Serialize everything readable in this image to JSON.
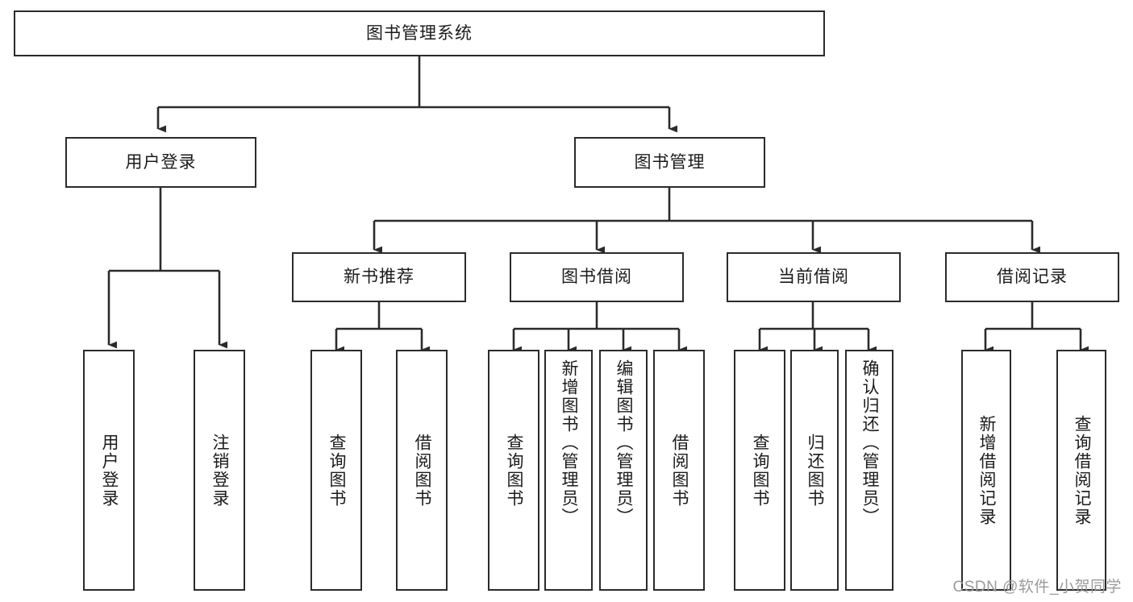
{
  "diagram": {
    "type": "tree-hierarchy",
    "root": {
      "label": "图书管理系统"
    },
    "level2": [
      {
        "label": "用户登录"
      },
      {
        "label": "图书管理"
      }
    ],
    "level3": [
      {
        "label": "新书推荐"
      },
      {
        "label": "图书借阅"
      },
      {
        "label": "当前借阅"
      },
      {
        "label": "借阅记录"
      }
    ],
    "leaves": {
      "user_login": [
        {
          "label": "用户登录"
        },
        {
          "label": "注销登录"
        }
      ],
      "new_book_recommend": [
        {
          "label": "查询图书"
        },
        {
          "label": "借阅图书"
        }
      ],
      "book_borrow": [
        {
          "label": "查询图书"
        },
        {
          "label": "新增图书（管理员）"
        },
        {
          "label": "编辑图书（管理员）"
        },
        {
          "label": "借阅图书"
        }
      ],
      "current_borrow": [
        {
          "label": "查询图书"
        },
        {
          "label": "归还图书"
        },
        {
          "label": "确认归还（管理员）"
        }
      ],
      "borrow_record": [
        {
          "label": "新增借阅记录"
        },
        {
          "label": "查询借阅记录"
        }
      ]
    }
  },
  "watermark": {
    "text": "CSDN @软件_小贺同学"
  },
  "colors": {
    "stroke": "#2b2b2b",
    "text": "#1b1b1b",
    "background": "#ffffff",
    "watermark": "#9a9a9a"
  }
}
